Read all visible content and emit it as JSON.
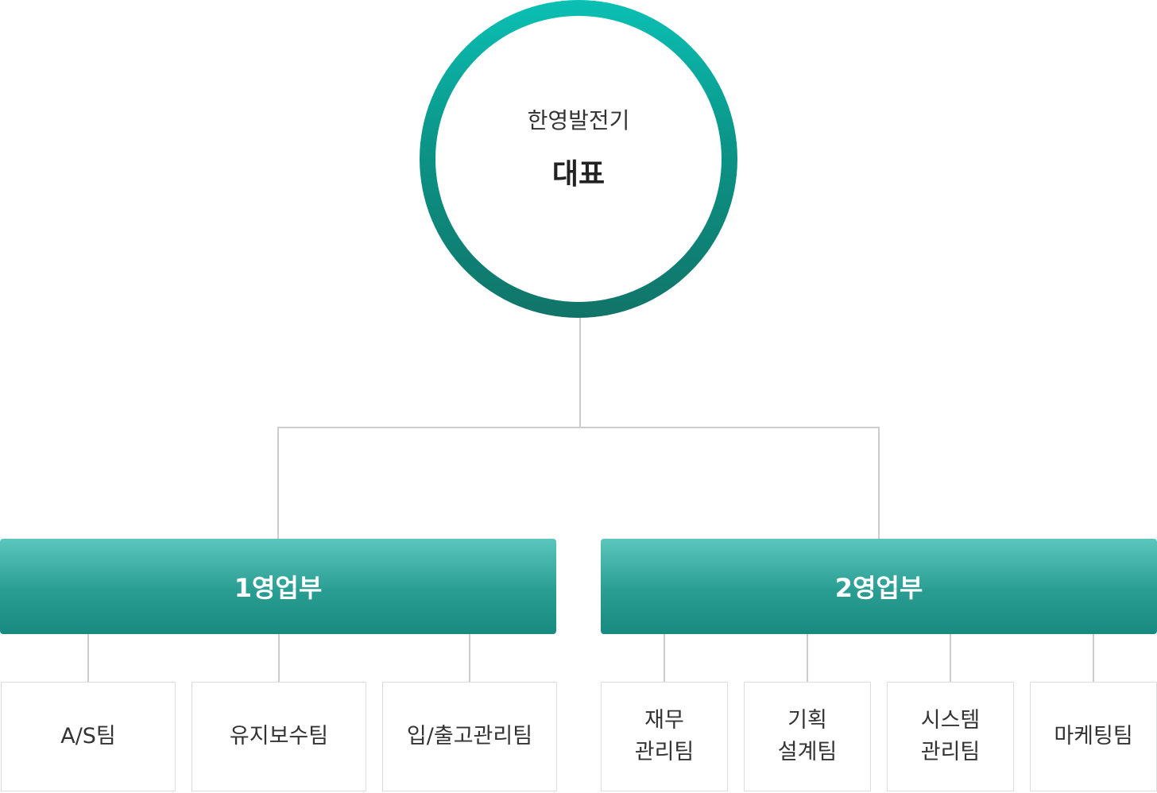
{
  "root": {
    "company": "한영발전기",
    "title": "대표"
  },
  "colors": {
    "accent_top": "#0bc0b4",
    "accent_bottom": "#117468",
    "line": "#cccccc"
  },
  "departments": [
    {
      "label": "1영업부",
      "teams": [
        [
          "A/S팀"
        ],
        [
          "유지보수팀"
        ],
        [
          "입/출고관리팀"
        ]
      ]
    },
    {
      "label": "2영업부",
      "teams": [
        [
          "재무",
          "관리팀"
        ],
        [
          "기획",
          "설계팀"
        ],
        [
          "시스템",
          "관리팀"
        ],
        [
          "마케팅팀"
        ]
      ]
    }
  ]
}
